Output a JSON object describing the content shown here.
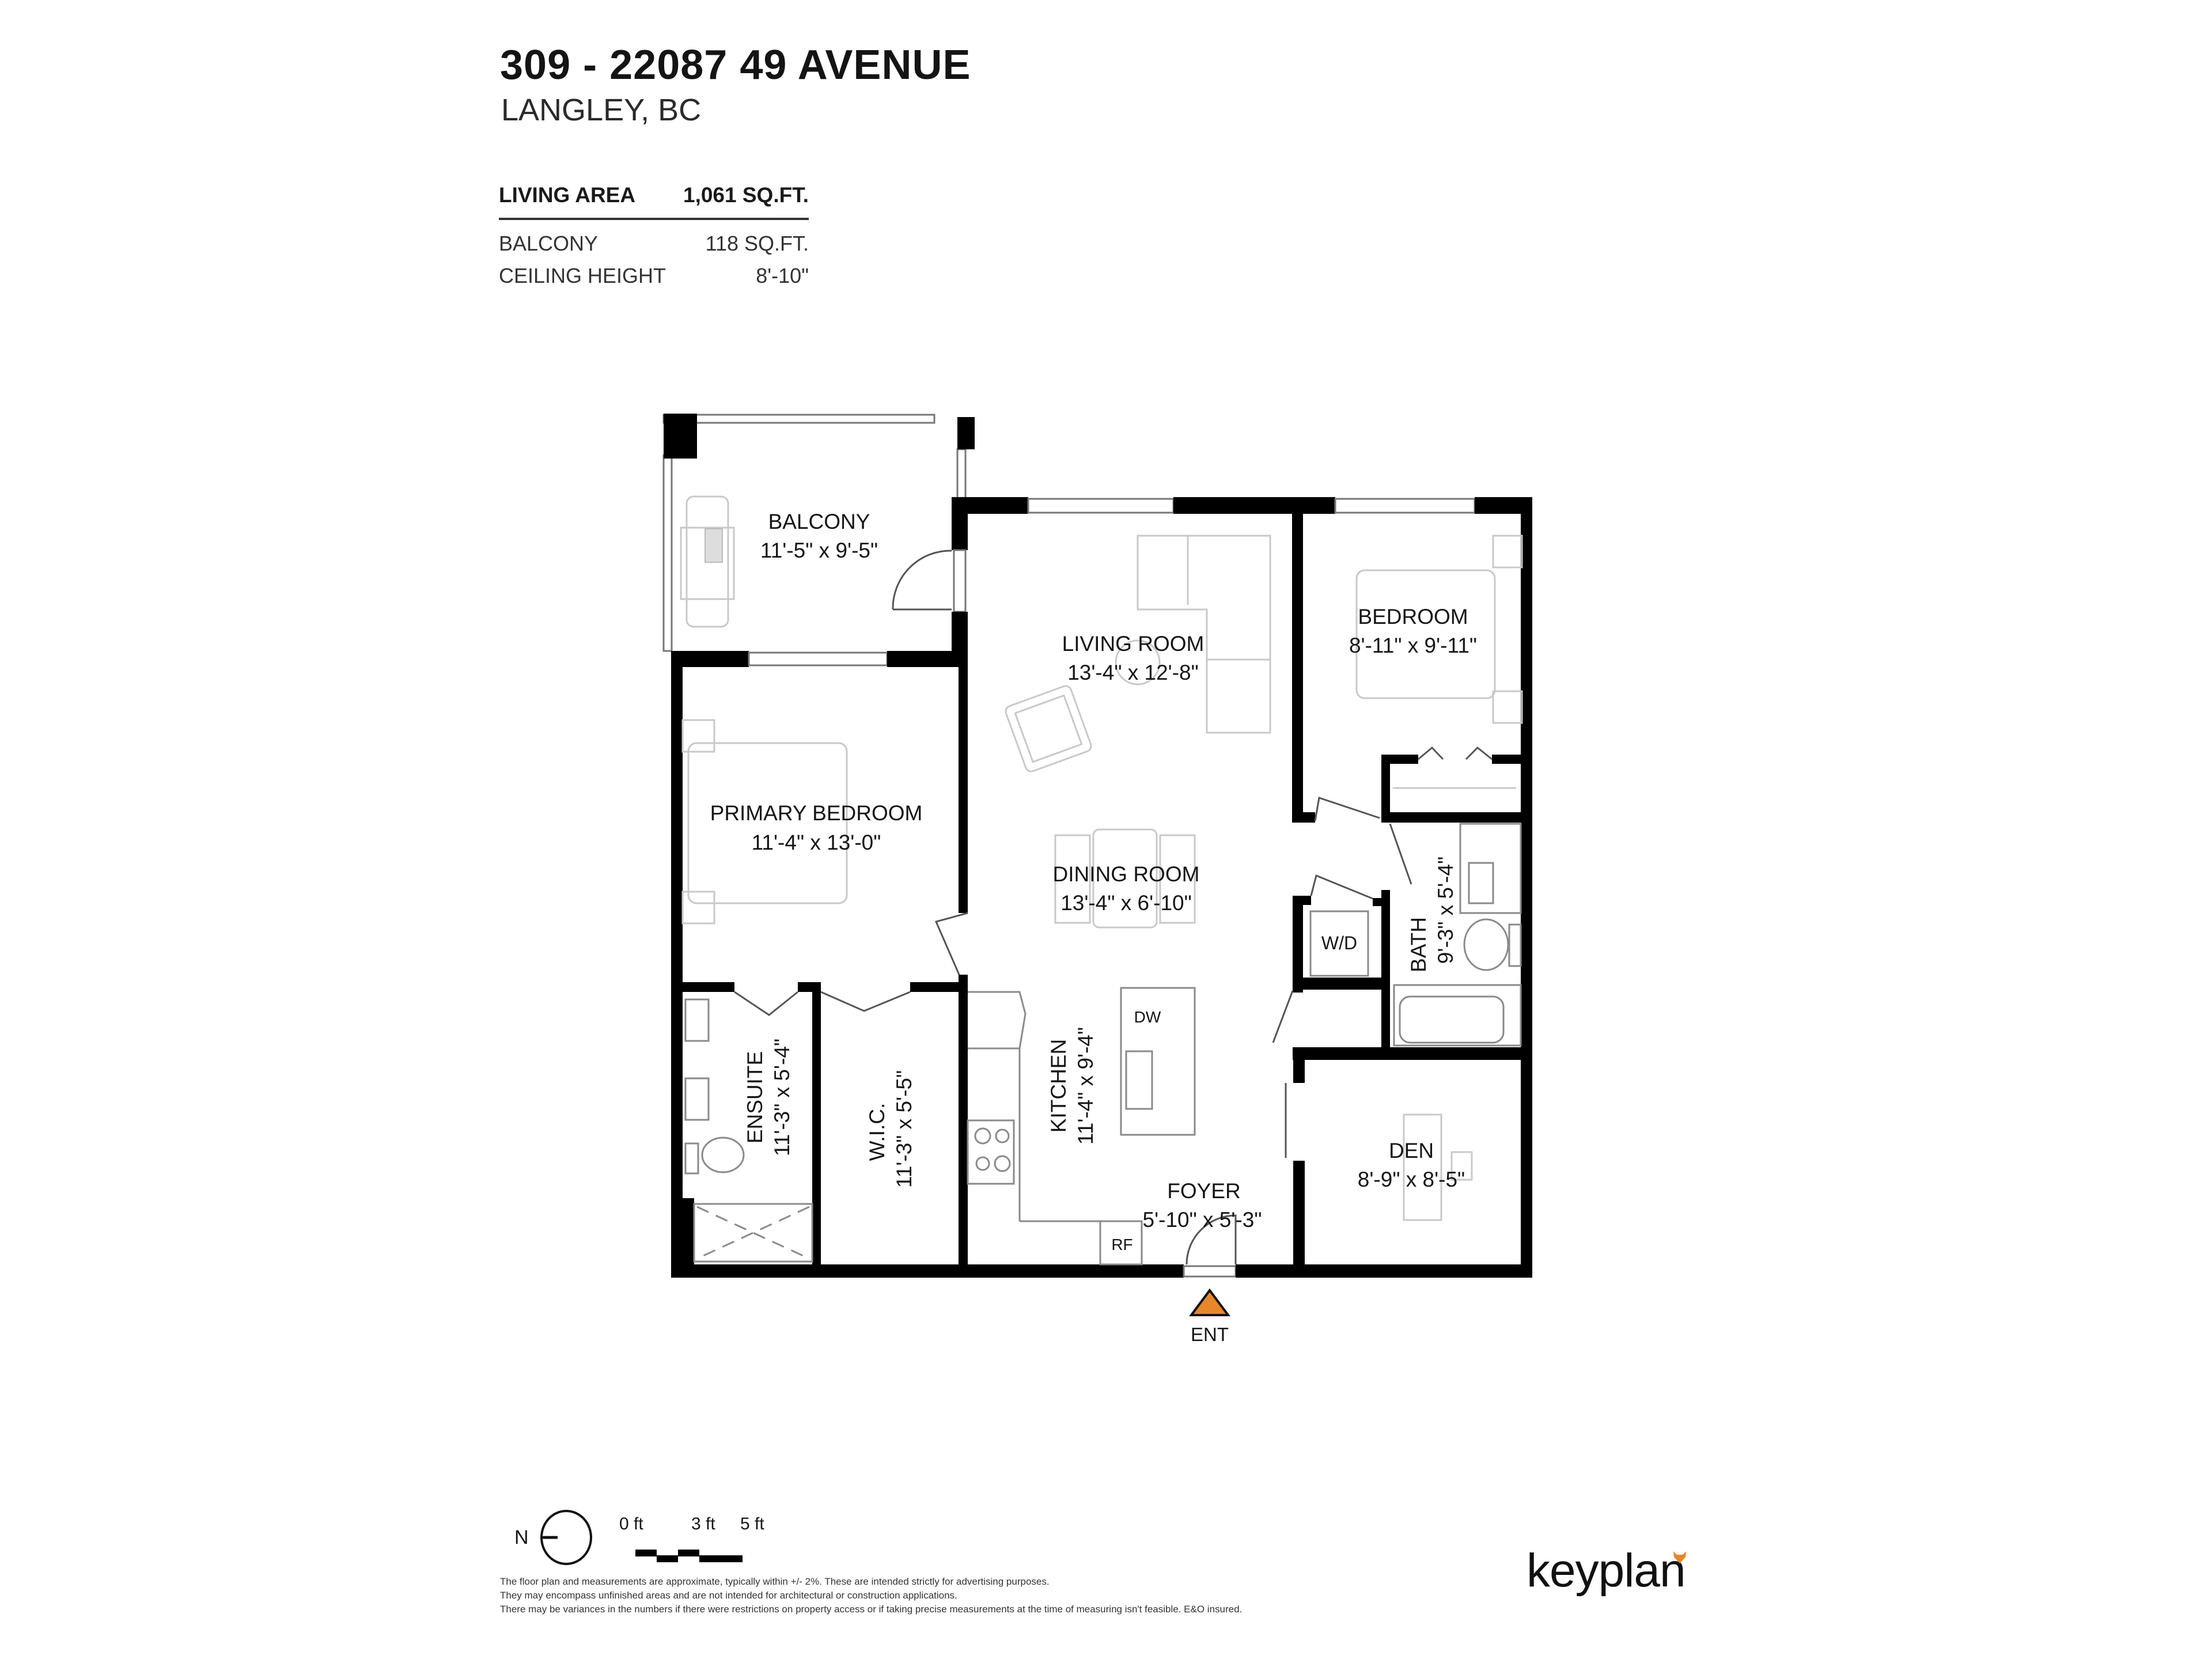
{
  "header": {
    "title": "309 - 22087 49 AVENUE",
    "subtitle": "LANGLEY, BC"
  },
  "stats": {
    "primary": {
      "label": "LIVING AREA",
      "value": "1,061 SQ.FT."
    },
    "items": [
      {
        "label": "BALCONY",
        "value": "118 SQ.FT."
      },
      {
        "label": "CEILING HEIGHT",
        "value": "8'-10\""
      }
    ]
  },
  "rooms": {
    "balcony": {
      "name": "BALCONY",
      "dims": "11'-5\"  x  9'-5\""
    },
    "living_room": {
      "name": "LIVING ROOM",
      "dims": "13'-4\" x 12'-8\""
    },
    "bedroom": {
      "name": "BEDROOM",
      "dims": "8'-11\"  x  9'-11\""
    },
    "primary_bedroom": {
      "name": "PRIMARY BEDROOM",
      "dims": "11'-4\"  x  13'-0\""
    },
    "dining_room": {
      "name": "DINING ROOM",
      "dims": "13'-4\" x 6'-10\""
    },
    "bath": {
      "name": "BATH",
      "dims": "9'-3\"  x  5'-4\""
    },
    "ensuite": {
      "name": "ENSUITE",
      "dims": "11'-3\"  x  5'-4\""
    },
    "wic": {
      "name": "W.I.C.",
      "dims": "11'-3\"  x  5'-5\""
    },
    "kitchen": {
      "name": "KITCHEN",
      "dims": "11'-4\"  x  9'-4\""
    },
    "foyer": {
      "name": "FOYER",
      "dims": "5'-10\" x  5'-3\""
    },
    "den": {
      "name": "DEN",
      "dims": "8'-9\"  x  8'-5\""
    }
  },
  "fixtures": {
    "washer_dryer": "W/D",
    "dishwasher": "DW",
    "refrigerator": "RF"
  },
  "entrance": {
    "label": "ENT",
    "marker_color": "#E8862A"
  },
  "legend": {
    "north_label": "N",
    "scale_ticks": [
      "0 ft",
      "3 ft",
      "5 ft"
    ]
  },
  "footer": {
    "disclaimer": [
      "The floor plan and measurements are approximate, typically within +/- 2%. These are intended strictly for advertising purposes.",
      "They may encompass unfinished areas and are not intended for architectural or construction applications.",
      "There may be variances in the numbers if there were restrictions on property access or if taking precise measurements at the time of measuring isn't feasible. E&O insured."
    ],
    "brand": "keyplan",
    "brand_accent": "#E8862A"
  }
}
